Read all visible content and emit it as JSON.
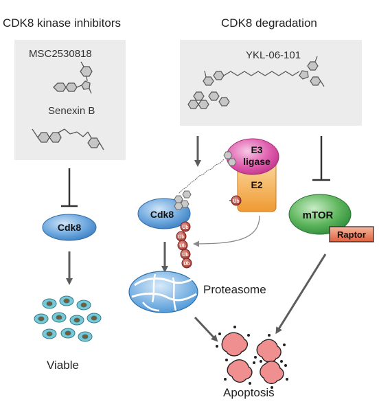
{
  "titles": {
    "left": "CDK8 kinase inhibitors",
    "right": "CDK8 degradation"
  },
  "compounds": {
    "msc": "MSC2530818",
    "senexin": "Senexin B",
    "ykl": "YKL-06-101"
  },
  "nodes": {
    "cdk8_left": "Cdk8",
    "cdk8_right": "Cdk8",
    "e3_line1": "E3",
    "e3_line2": "ligase",
    "e2": "E2",
    "mtor": "mTOR",
    "raptor": "Raptor",
    "ub": "Ub"
  },
  "captions": {
    "viable": "Viable",
    "proteasome": "Proteasome",
    "apoptosis": "Apoptosis"
  },
  "colors": {
    "cdk8_blue": "#4a8fd0",
    "e3_magenta": "#d23d9c",
    "e2_orange": "#f3a540",
    "mtor_green": "#3fa04a",
    "raptor_red": "#e6704f",
    "ub_red": "#a8352e",
    "proteasome_blue": "#4f9ad8",
    "cell_pink": "#ef8f8f",
    "arrow_gray": "#5c5c5c",
    "box_gray": "#ececec"
  }
}
